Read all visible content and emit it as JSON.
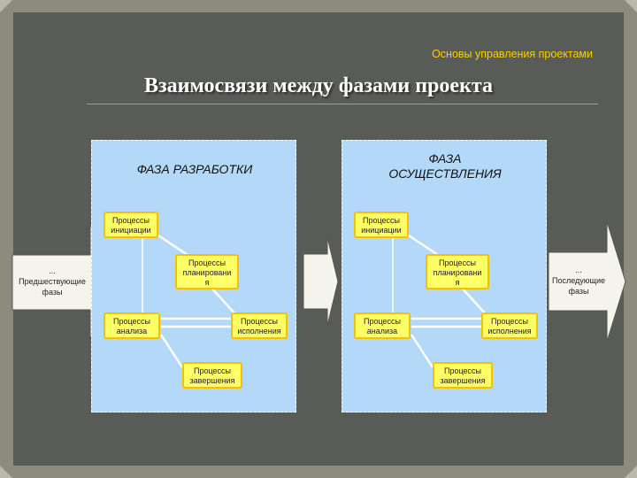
{
  "header": "Основы управления проектами",
  "title": "Взаимосвязи между фазами проекта",
  "left_arrow": {
    "lines": [
      "...",
      "Предшествующие",
      "фазы"
    ]
  },
  "right_arrow": {
    "lines": [
      "...",
      "Последующие",
      "фазы"
    ]
  },
  "phases": [
    {
      "title_lines": [
        "ФАЗА РАЗРАБОТКИ"
      ],
      "processes": {
        "initiation": [
          "Процессы",
          "инициации"
        ],
        "planning": [
          "Процессы",
          "планировани",
          "я"
        ],
        "analysis": [
          "Процессы",
          "анализа"
        ],
        "execution": [
          "Процессы",
          "исполнения"
        ],
        "closing": [
          "Процессы",
          "завершения"
        ]
      }
    },
    {
      "title_lines": [
        "ФАЗА",
        "ОСУЩЕСТВЛЕНИЯ"
      ],
      "processes": {
        "initiation": [
          "Процессы",
          "инициации"
        ],
        "planning": [
          "Процессы",
          "планировани",
          "я"
        ],
        "analysis": [
          "Процессы",
          "анализа"
        ],
        "execution": [
          "Процессы",
          "исполнения"
        ],
        "closing": [
          "Процессы",
          "завершения"
        ]
      }
    }
  ],
  "colors": {
    "background": "#595c56",
    "panel": "#b4d8f7",
    "process_fill": "#ffff66",
    "process_border": "#f2c100",
    "header": "#ffcc00"
  }
}
